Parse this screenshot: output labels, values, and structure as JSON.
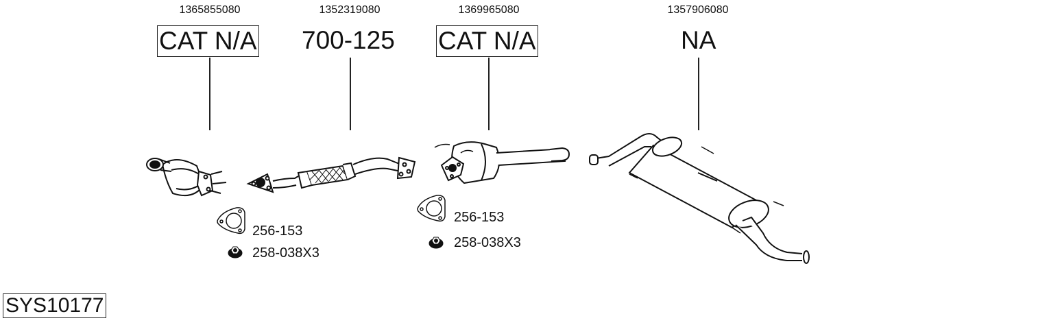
{
  "system_code": "SYS10177",
  "parts": [
    {
      "oem_number": "1365855080",
      "reference": "CAT N/A",
      "boxed": true,
      "icon": "catalytic-converter-icon"
    },
    {
      "oem_number": "1352319080",
      "reference": "700-125",
      "boxed": false,
      "icon": "front-pipe-icon"
    },
    {
      "oem_number": "1369965080",
      "reference": "CAT N/A",
      "boxed": true,
      "icon": "catalytic-converter-icon"
    },
    {
      "oem_number": "1357906080",
      "reference": "NA",
      "boxed": false,
      "icon": "rear-silencer-icon"
    }
  ],
  "accessories": [
    {
      "group": 1,
      "items": [
        {
          "code": "256-153",
          "icon": "gasket-icon"
        },
        {
          "code": "258-038X3",
          "icon": "nut-icon"
        }
      ]
    },
    {
      "group": 2,
      "items": [
        {
          "code": "256-153",
          "icon": "gasket-icon"
        },
        {
          "code": "258-038X3",
          "icon": "nut-icon"
        }
      ]
    }
  ]
}
